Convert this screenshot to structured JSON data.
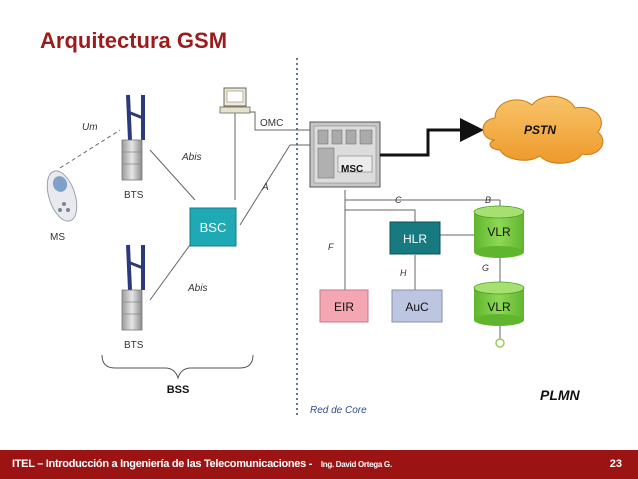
{
  "title": "Arquitectura GSM",
  "labels": {
    "um": "Um",
    "ms": "MS",
    "bts1": "BTS",
    "bts2": "BTS",
    "abis1": "Abis",
    "abis2": "Abis",
    "bsc": "BSC",
    "omc": "OMC",
    "a": "A",
    "msc": "MSC",
    "pstn": "PSTN",
    "c": "C",
    "b": "B",
    "f": "F",
    "hlr": "HLR",
    "vlr1": "VLR",
    "h": "H",
    "g": "G",
    "eir": "EIR",
    "auc": "AuC",
    "vlr2": "VLR",
    "bss": "BSS",
    "red_core": "Red de Core",
    "plmn": "PLMN"
  },
  "footer": {
    "text": "ITEL – Introducción a Ingeniería de las Telecomunicaciones -",
    "author": "Ing. David Ortega G.",
    "page": "23"
  },
  "colors": {
    "title": "#9b1c1c",
    "footer_bg": "#9b1313",
    "bsc": "#1fa9b5",
    "hlr": "#167a80",
    "eir": "#f4a6b2",
    "auc": "#bcc6e0",
    "vlr": "#7ccc44",
    "pstn": "#f4a93a",
    "red_core": "#2e4a8c"
  }
}
